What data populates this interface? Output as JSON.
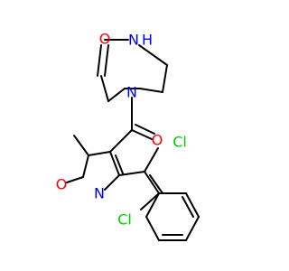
{
  "molecule": {
    "atoms": {
      "carbonyl_o_ring": "O",
      "amide_nh": "N",
      "amide_h": "H",
      "ring_n": "N",
      "carbonyl_o": "O",
      "isoxazole_o": "O",
      "isoxazole_n": "N",
      "cl_top": "Cl",
      "cl_bottom": "Cl"
    },
    "colors": {
      "bond": "#000000",
      "oxygen": "#ff0000",
      "nitrogen": "#0000ff",
      "chlorine": "#00cc00"
    }
  }
}
